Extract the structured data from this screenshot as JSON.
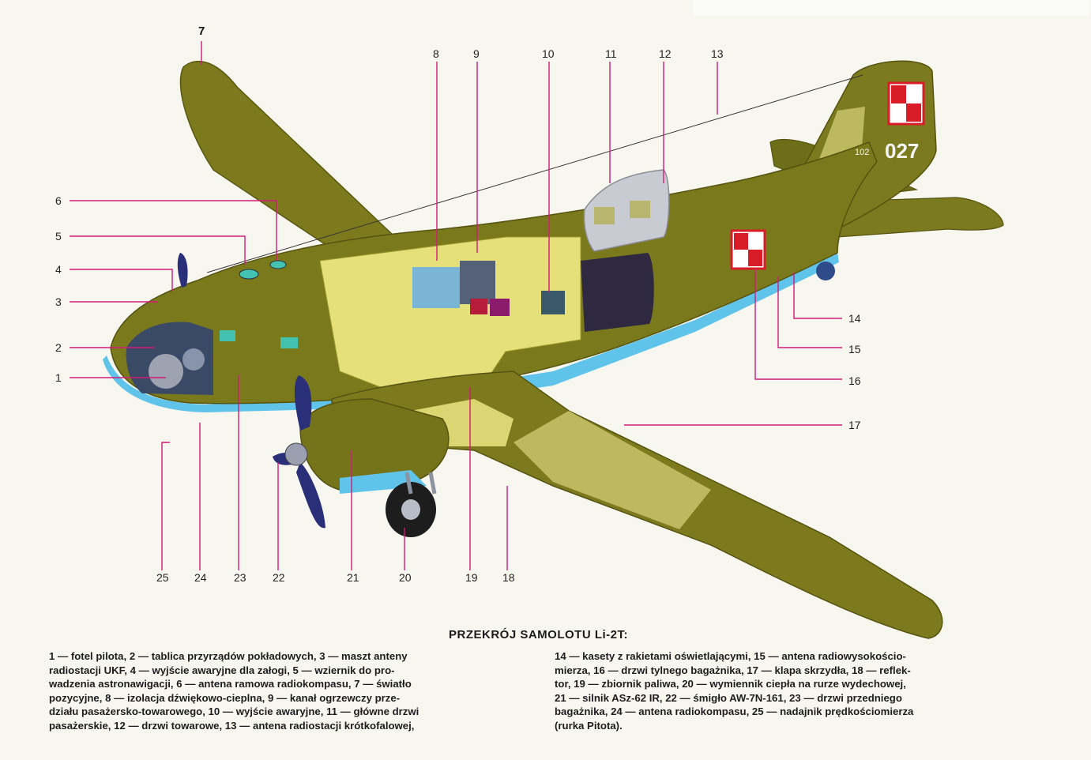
{
  "diagram": {
    "title": "PRZEKRÓJ SAMOLOTU Li-2T:",
    "aircraft_markings": {
      "tail_number": "027",
      "small_number": "102"
    },
    "callouts": [
      "1",
      "2",
      "3",
      "4",
      "5",
      "6",
      "7",
      "8",
      "9",
      "10",
      "11",
      "12",
      "13",
      "14",
      "15",
      "16",
      "17",
      "18",
      "19",
      "20",
      "21",
      "22",
      "23",
      "24",
      "25"
    ],
    "legend_left": [
      "1 — fotel pilota, 2 — tablica przyrządów pokładowych, 3 — maszt anteny",
      "radiostacji UKF, 4 — wyjście awaryjne dla załogi, 5 — wziernik do pro-",
      "wadzenia astronawigacji, 6 — antena ramowa radiokompasu, 7 — światło",
      "pozycyjne, 8 — izolacja dźwiękowo-cieplna, 9 — kanał ogrzewczy prze-",
      "działu pasażersko-towarowego, 10 — wyjście awaryjne, 11 — główne drzwi",
      "pasażerskie, 12 — drzwi towarowe, 13 — antena radiostacji krótkofalowej,"
    ],
    "legend_right": [
      "14 — kasety z rakietami oświetlającymi, 15 — antena radiowysokościo-",
      "mierza, 16 — drzwi tylnego bagażnika, 17 — klapa skrzydła, 18 — reflek-",
      "tor, 19 — zbiornik paliwa, 20 — wymiennik ciepła na rurze wydechowej,",
      "21 — silnik ASz-62 IR, 22 — śmigło AW-7N-161, 23 — drzwi przedniego",
      "bagażnika, 24 — antena radiokompasu, 25 — nadajnik prędkościomierza",
      "(rurka Pitota)."
    ]
  },
  "colors": {
    "background": "#f7f6ef",
    "fuselage": "#7a7a1c",
    "fuselage_dark": "#5e5e12",
    "cutaway": "#e6e07a",
    "belly": "#5fc3ea",
    "leader_line": "#d21b78",
    "propeller": "#2a2f7a",
    "roundel_red": "#d81c28",
    "roundel_white": "#ffffff"
  }
}
